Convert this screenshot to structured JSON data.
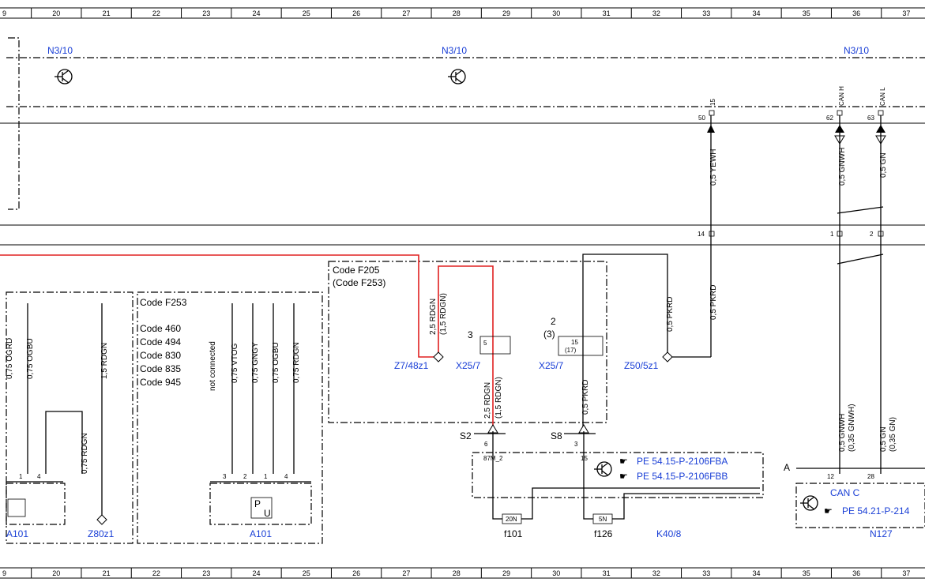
{
  "grid": {
    "columns": [
      "9",
      "20",
      "21",
      "22",
      "23",
      "24",
      "25",
      "26",
      "27",
      "28",
      "29",
      "30",
      "31",
      "32",
      "33",
      "34",
      "35",
      "36",
      "37"
    ]
  },
  "components": {
    "n3_10_left": "N3/10",
    "n3_10_mid": "N3/10",
    "n3_10_right": "N3/10",
    "z7_48z1": "Z7/48z1",
    "x25_7_a": "X25/7",
    "x25_7_b": "X25/7",
    "z50_5z1": "Z50/5z1",
    "a101_left": "A101",
    "a101_right": "A101",
    "z80z1": "Z80z1",
    "f101": "f101",
    "f126": "f126",
    "k40_8": "K40/8",
    "n127": "N127",
    "can_c": "CAN C",
    "s2": "S2",
    "s8": "S8",
    "a_label": "A"
  },
  "codes": {
    "f205": "Code F205",
    "f205_alt": "(Code F253)",
    "f253": "Code F253",
    "list": [
      "Code 460",
      "Code 494",
      "Code 830",
      "Code 835",
      "Code 945"
    ]
  },
  "references": {
    "pe1": "PE 54.15-P-2106FBA",
    "pe2": "PE 54.15-P-2106FBB",
    "pe3": "PE 54.21-P-214"
  },
  "pins": {
    "p50": "50",
    "p62": "62",
    "p63": "63",
    "p14": "14",
    "p1": "1",
    "p2": "2",
    "p12": "12",
    "p28": "28",
    "pin15_top": "15",
    "canh": "CAN H",
    "canl": "CAN L",
    "x25_a_num": "3",
    "x25_a_pin": "5",
    "x25_b_num": "2",
    "x25_b_alt": "(3)",
    "x25_b_pin": "15",
    "x25_b_pin_alt": "(17)",
    "s2_pin": "6",
    "s2_sub": "87M_2",
    "s8_pin": "3",
    "s8_sub": "15",
    "a101l_1": "1",
    "a101l_4": "4",
    "a101r_3": "3",
    "a101r_2": "2",
    "a101r_1": "1",
    "a101r_4": "4",
    "fuse_20n": "20N",
    "fuse_5n": "5N",
    "pu_p": "P",
    "pu_u": "U"
  },
  "wires": {
    "yewh": "0,5 YEWH",
    "gnwh": "0,5 GNWH",
    "gn": "0,5 GN",
    "pkrd_a": "0,5 PKRD",
    "pkrd_b": "0,5 PKRD",
    "pkrd_c": "0,5 PKRD",
    "rdgn_red": "2,5 RDGN",
    "rdgn_red_alt": "(1,5 RDGN)",
    "rdgn_mid": "2,5 RDGN",
    "rdgn_mid_alt": "(1,5 RDGN)",
    "gnwh_low": "0,5 GNWH",
    "gnwh_low_alt": "(0,35 GNWH)",
    "gn_low": "0,5 GN",
    "gn_low_alt": "(0,35 GN)",
    "ogbu_l": "0,75 OGBU",
    "rdgn_15": "1,5 RDGN",
    "rdgn_075": "0,75 RDGN",
    "notconn": "not connected",
    "vtog": "0,75 VTOG",
    "gngy": "0,75 GNGY",
    "ogbu_r": "0,75 OGBU",
    "rdgn_r": "0,75 RDGN",
    "cut_off": "0,75 OGRD"
  },
  "colors": {
    "blue_label": "#1a3fd6",
    "red_wire": "#e02020"
  }
}
